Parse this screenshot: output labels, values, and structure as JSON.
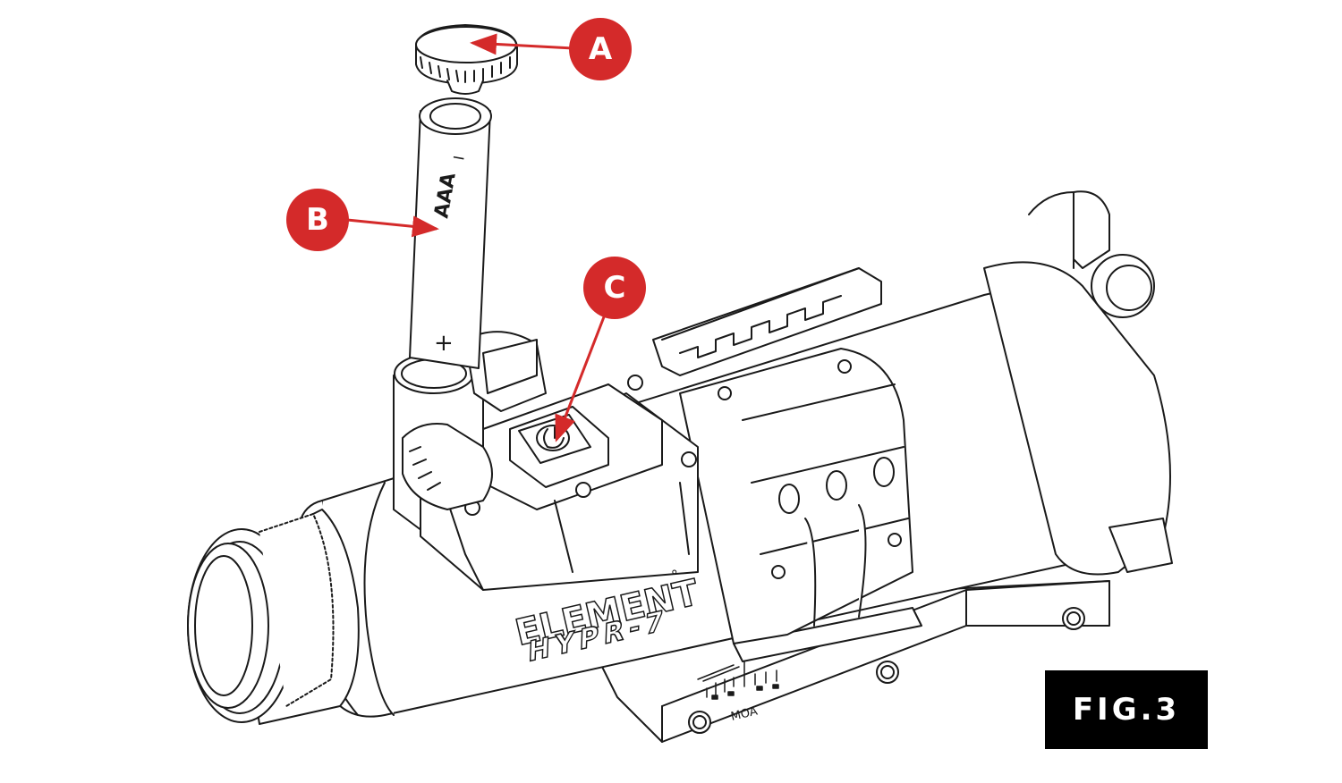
{
  "callouts": {
    "a": {
      "label": "A",
      "color": "#d42a2a"
    },
    "b": {
      "label": "B",
      "color": "#d42a2a"
    },
    "c": {
      "label": "C",
      "color": "#d42a2a"
    }
  },
  "battery": {
    "type": "AAA",
    "plus": "+",
    "minus": "I"
  },
  "brand": {
    "line1": "ELEMENT",
    "line2": "HYPR-7",
    "registered": "°"
  },
  "scale": {
    "unit": "MOA"
  },
  "figure": {
    "label": "FIG.3"
  },
  "colors": {
    "line": "#1a1a1a",
    "callout": "#d42a2a",
    "fig_bg": "#000000"
  }
}
